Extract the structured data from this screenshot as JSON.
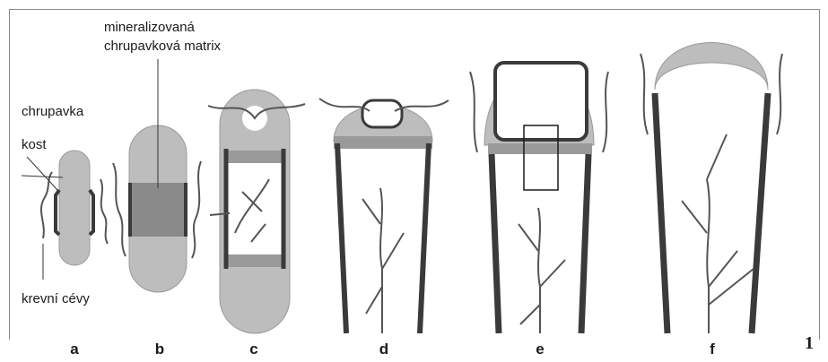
{
  "labels": {
    "matrix": [
      "mineralizovaná",
      "chrupavková matrix"
    ],
    "cartilage": "chrupavka",
    "bone": "kost",
    "vessels": "krevní cévy"
  },
  "panels": [
    "a",
    "b",
    "c",
    "d",
    "e",
    "f"
  ],
  "figure_number": "1",
  "colors": {
    "cartilage": "#bdbdbd",
    "mineralized": "#8a8a8a",
    "bone": "#4a4a4a",
    "vessel": "#555555",
    "marrow": "#ffffff"
  }
}
